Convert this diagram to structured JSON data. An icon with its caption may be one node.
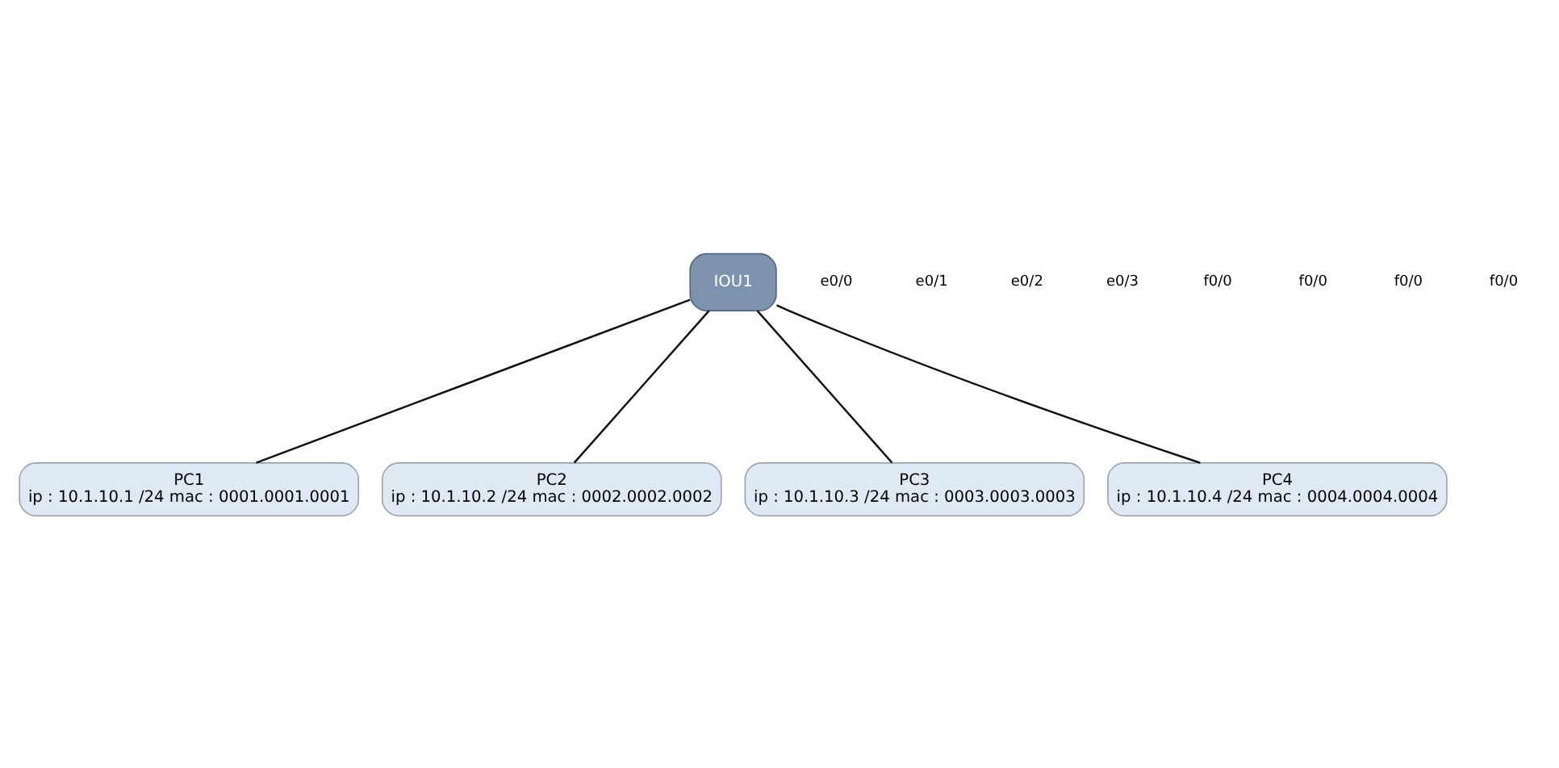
{
  "diagram": {
    "nodes": [
      {
        "text": [
          "IOU1"
        ]
      },
      {
        "text": [
          "PC1",
          "ip : 10.1.10.1 /24 mac : 0001.0001.0001"
        ]
      },
      {
        "text": [
          "PC2",
          "ip : 10.1.10.2 /24 mac : 0002.0002.0002"
        ]
      },
      {
        "text": [
          "PC3",
          "ip : 10.1.10.3 /24 mac : 0003.0003.0003"
        ]
      },
      {
        "text": [
          "PC4",
          "ip : 10.1.10.4 /24 mac : 0004.0004.0004"
        ]
      }
    ],
    "edges": [
      {
        "from": 0,
        "to": 1,
        "arrow": "none"
      },
      {
        "from": 0,
        "to": 2,
        "arrow": "none"
      },
      {
        "from": 0,
        "to": 3,
        "arrow": "none"
      },
      {
        "from": 0,
        "to": 4,
        "arrow": "none"
      }
    ],
    "labels": [
      "e0/0",
      "e0/1",
      "e0/2",
      "e0/3",
      "f0/0",
      "f0/0",
      "f0/0",
      "f0/0"
    ]
  }
}
